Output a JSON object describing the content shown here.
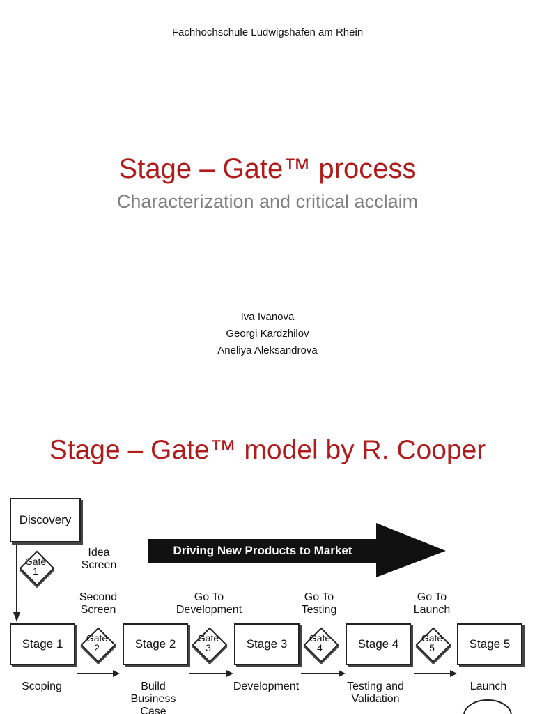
{
  "header": {
    "school": "Fachhochschule Ludwigshafen am Rhein"
  },
  "title_slide": {
    "title": "Stage – Gate™ process",
    "subtitle": "Characterization and critical acclaim",
    "authors": [
      "Iva Ivanova",
      "Georgi Kardzhilov",
      "Aneliya Aleksandrova"
    ]
  },
  "model_slide": {
    "title": "Stage – Gate™ model by R. Cooper",
    "arrow_label": "Driving New Products to Market",
    "discovery": "Discovery",
    "stages": [
      "Stage 1",
      "Stage 2",
      "Stage 3",
      "Stage 4",
      "Stage 5"
    ],
    "gate_word": "Gate",
    "gates": [
      "1",
      "2",
      "3",
      "4",
      "5"
    ],
    "gate_labels": [
      "Idea\nScreen",
      "Second\nScreen",
      "Go To\nDevelopment",
      "Go To\nTesting",
      "Go To\nLaunch"
    ],
    "stage_labels": [
      "Scoping",
      "Build\nBusiness\nCase",
      "Development",
      "Testing and\nValidation",
      "Launch"
    ]
  }
}
